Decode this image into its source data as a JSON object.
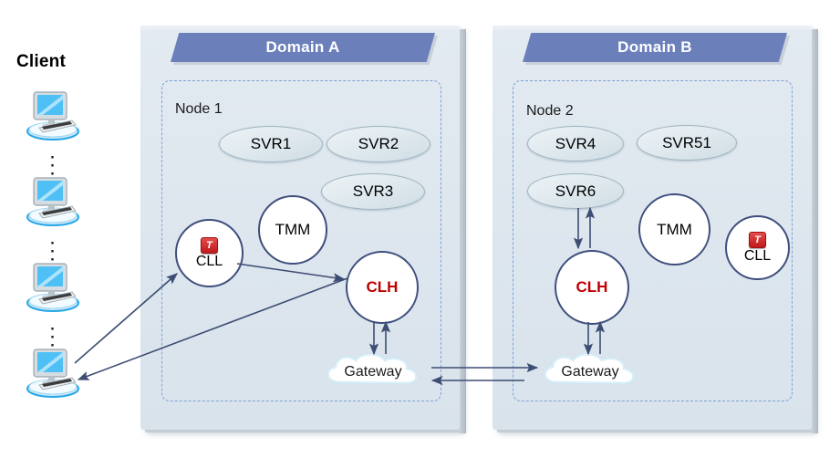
{
  "client": {
    "label": "Client",
    "icon": "desktop-computer-icon",
    "count": 4,
    "ellipsis": "vertical-dots"
  },
  "domains": [
    {
      "id": "domain-a",
      "title": "Domain A",
      "node": {
        "label": "Node 1",
        "servers": [
          "SVR1",
          "SVR2",
          "SVR3"
        ],
        "circles": [
          {
            "label": "CLL",
            "badge": "T",
            "badge_icon": "t-badge-icon",
            "red": false
          },
          {
            "label": "TMM",
            "badge": null,
            "red": false
          },
          {
            "label": "CLH",
            "badge": null,
            "red": true
          }
        ],
        "gateway": "Gateway"
      }
    },
    {
      "id": "domain-b",
      "title": "Domain B",
      "node": {
        "label": "Node 2",
        "servers": [
          "SVR4",
          "SVR51",
          "SVR6"
        ],
        "circles": [
          {
            "label": "CLH",
            "badge": null,
            "red": true
          },
          {
            "label": "TMM",
            "badge": null,
            "red": false
          },
          {
            "label": "CLL",
            "badge": "T",
            "badge_icon": "t-badge-icon",
            "red": false
          }
        ],
        "gateway": "Gateway"
      }
    }
  ],
  "colors": {
    "banner": "#6b80bb",
    "panel_fill": "#dde6ee",
    "node_dash": "#7ba2d6",
    "circle_stroke": "#3f4f7d",
    "red_text": "#c00000",
    "arrow": "#3d4d73",
    "server_fill": "#e2ebf0",
    "server_stroke": "#9db4c0"
  },
  "connections": [
    {
      "from": "client",
      "to": "domain-a-cll",
      "type": "arrow"
    },
    {
      "from": "domain-a-clh",
      "to": "client",
      "type": "arrow"
    },
    {
      "from": "domain-a-cll",
      "to": "domain-a-clh",
      "type": "arrow"
    },
    {
      "from": "domain-a-clh",
      "to": "domain-a-gateway",
      "type": "bidirectional"
    },
    {
      "from": "domain-a-gateway",
      "to": "domain-b-gateway",
      "type": "bidirectional"
    },
    {
      "from": "domain-b-gateway",
      "to": "domain-b-clh",
      "type": "bidirectional"
    },
    {
      "from": "domain-b-clh",
      "to": "domain-b-svr6",
      "type": "bidirectional"
    }
  ]
}
